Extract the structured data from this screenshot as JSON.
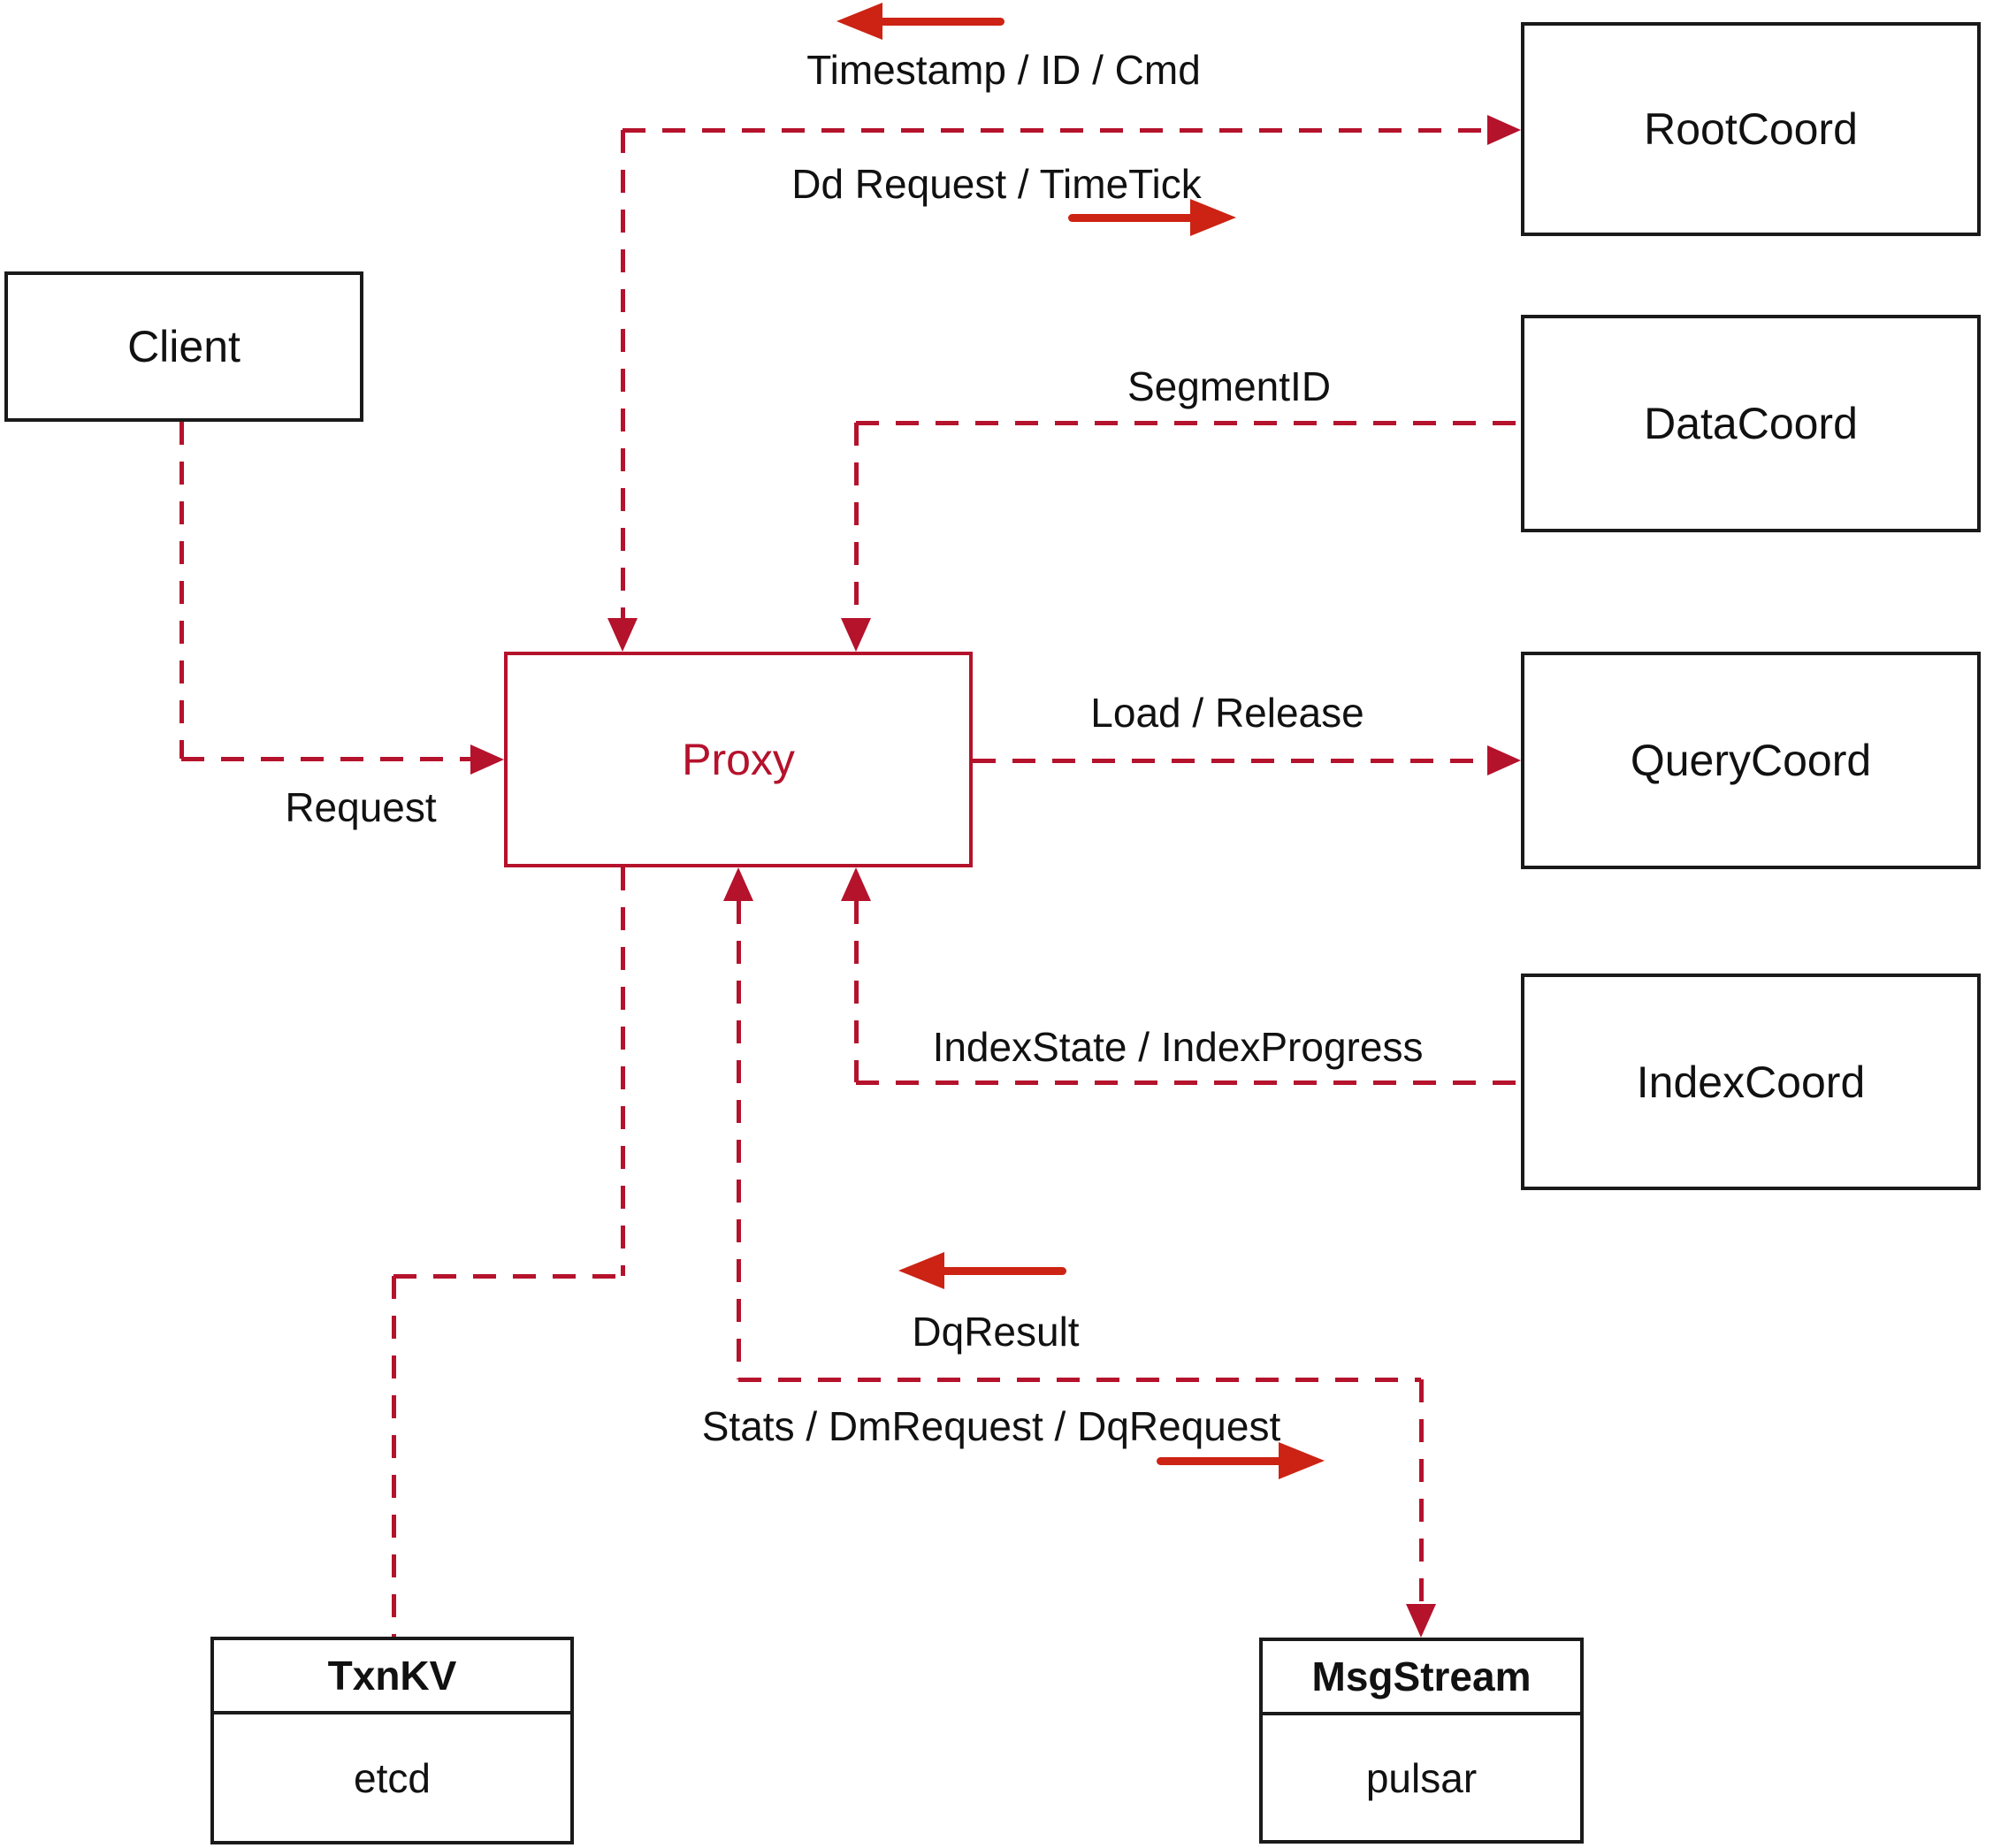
{
  "nodes": {
    "client": "Client",
    "proxy": "Proxy",
    "root_coord": "RootCoord",
    "data_coord": "DataCoord",
    "query_coord": "QueryCoord",
    "index_coord": "IndexCoord",
    "txn_kv": {
      "name": "TxnKV",
      "impl": "etcd"
    },
    "msg_stream": {
      "name": "MsgStream",
      "impl": "pulsar"
    }
  },
  "edges": {
    "client_to_proxy": "Request",
    "root_coord_to_proxy": "Timestamp / ID / Cmd",
    "proxy_to_root_coord": "Dd Request / TimeTick",
    "data_coord_to_proxy": "SegmentID",
    "proxy_to_query_coord": "Load / Release",
    "index_coord_to_proxy": "IndexState / IndexProgress",
    "msg_stream_to_proxy": "DqResult",
    "proxy_to_msg_stream": "Stats / DmRequest / DqRequest"
  },
  "colors": {
    "line": "#b5122c",
    "solid_arrow": "#cc2314",
    "box_border": "#1a1a1a",
    "text": "#111111",
    "background": "#ffffff"
  }
}
